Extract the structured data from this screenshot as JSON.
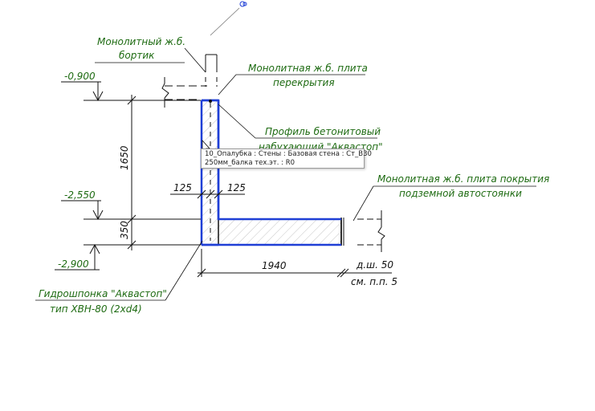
{
  "labels": {
    "bortik_line1": "Монолитный ж.б.",
    "bortik_line2": "бортик",
    "slab_top_line1": "Монолитная ж.б. плита",
    "slab_top_line2": "перекрытия",
    "profile_line1": "Профиль бетонитовый",
    "profile_line2": "набухающий \"Аквастоп\"",
    "slab_cover_line1": "Монолитная ж.б. плита покрытия",
    "slab_cover_line2": "подземной автостоянки",
    "waterstop_line1": "Гидрошпонка \"Аквастоп\"",
    "waterstop_line2": "тип ХВН-80 (2хd4)"
  },
  "elevations": {
    "top": "-0,900",
    "mid": "-2,550",
    "bottom": "-2,900"
  },
  "dimensions": {
    "height_upper": "1650",
    "height_lower": "350",
    "left_width": "125",
    "right_width": "125",
    "slab_length": "1940",
    "note_line1": "д.ш. 50",
    "note_line2": "см. п.п. 5"
  },
  "tooltip": {
    "line1": "10_Опалубка : Стены : Базовая стена : Ст_B30",
    "line2": "250мм_балка тех.эт. : R0"
  },
  "colors": {
    "selection": "#1f3fd6",
    "label_text": "#1e6b12",
    "linework": "#111111",
    "hatch": "#b9b9b9"
  }
}
